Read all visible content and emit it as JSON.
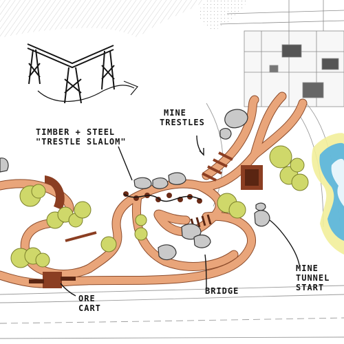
{
  "labels": {
    "timber_steel_line1": "TIMBER + STEEL",
    "timber_steel_line2": "\"TRESTLE SLALOM\"",
    "mine_trestles_line1": "MINE",
    "mine_trestles_line2": "TRESTLES",
    "ore_cart_line1": "ORE",
    "ore_cart_line2": "CART",
    "bridge": "BRIDGE",
    "mine_tunnel_line1": "MINE",
    "mine_tunnel_line2": "TUNNEL",
    "mine_tunnel_line3": "START"
  },
  "colors": {
    "path": "#e9a57a",
    "path_edge": "#8a4a2a",
    "shrub": "#cfd86a",
    "shrub_edge": "#7a7f2a",
    "water": "#56b4e0",
    "water_halo": "#f2ee9a",
    "boulder": "#c9c9c9",
    "timber": "#8b3e22",
    "ink": "#141414"
  }
}
